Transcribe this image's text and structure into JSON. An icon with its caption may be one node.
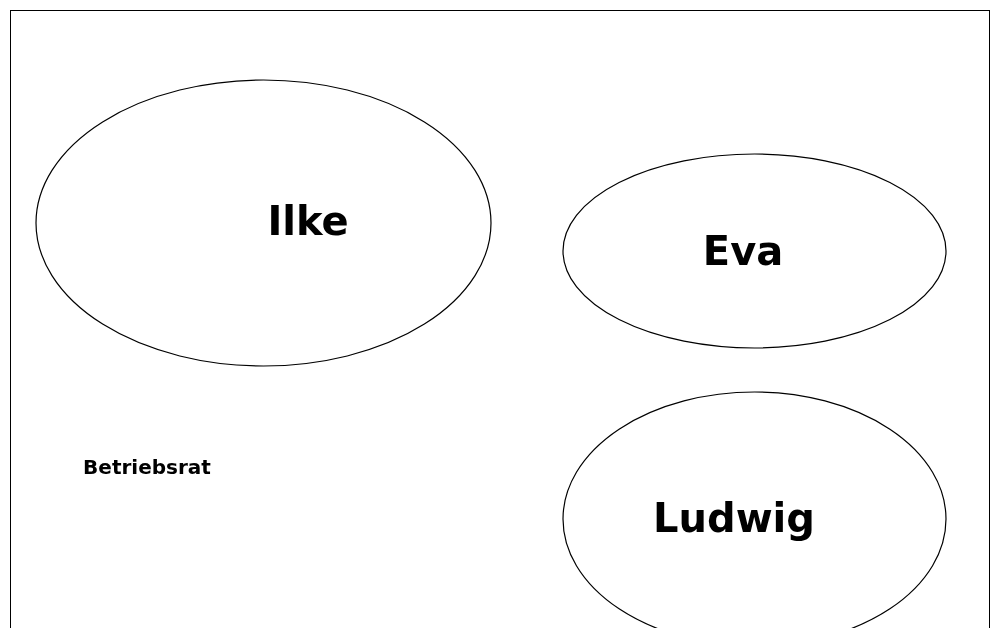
{
  "diagram": {
    "nodes": [
      {
        "text": [
          "Betriebsrat"
        ]
      },
      {
        "text": [
          "Ilke"
        ],
        "in": 0
      },
      {
        "text": [
          "Eva"
        ],
        "in": 0
      },
      {
        "text": [
          "Ludwig"
        ],
        "in": 0
      }
    ]
  }
}
